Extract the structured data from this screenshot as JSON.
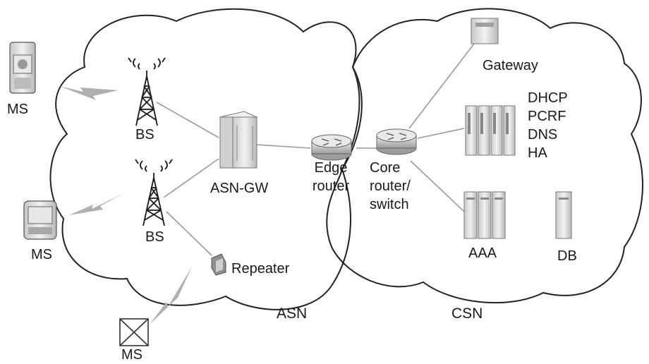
{
  "labels": {
    "ms_top": "MS",
    "ms_mid": "MS",
    "ms_bottom": "MS",
    "bs_top": "BS",
    "bs_bottom": "BS",
    "asn_gw": "ASN-GW",
    "repeater": "Repeater",
    "edge_router_line1": "Edge",
    "edge_router_line2": "router",
    "core_router_line1": "Core",
    "core_router_line2": "router/",
    "core_router_line3": "switch",
    "gateway": "Gateway",
    "server_dhcp": "DHCP",
    "server_pcrf": "PCRF",
    "server_dns": "DNS",
    "server_ha": "HA",
    "aaa": "AAA",
    "db": "DB",
    "asn": "ASN",
    "csn": "CSN"
  },
  "colors": {
    "cloud_stroke": "#222222",
    "link_line": "#9a9a9a",
    "radio_bolt": "#b0b0b0",
    "device_fill": "#d9d9d9",
    "tower_stroke": "#1a1a1a"
  },
  "icons": [
    "mobile-phone-icon",
    "pda-icon",
    "envelope-box-icon",
    "tower-icon",
    "server-cabinet-icon",
    "router-icon",
    "gateway-box-icon",
    "blade-rack-icon",
    "repeater-icon",
    "lightning-bolt-icon"
  ]
}
